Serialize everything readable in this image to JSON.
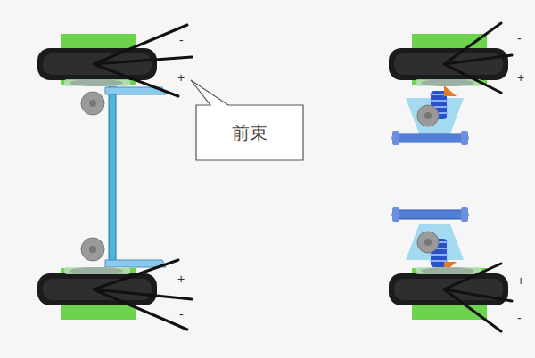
{
  "diagram": {
    "nodes": [
      {
        "text": [
          "前束"
        ]
      }
    ],
    "labels": [
      "-",
      "+",
      "-",
      "+",
      "+",
      "-",
      "+",
      "-"
    ]
  }
}
